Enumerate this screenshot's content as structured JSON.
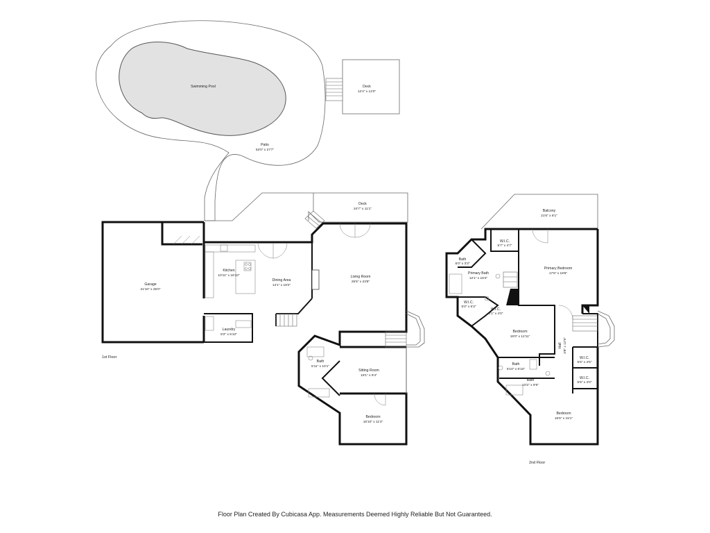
{
  "outdoor": {
    "pool": {
      "name": "Swimming Pool"
    },
    "patio": {
      "name": "Patio",
      "dim": "53'0\" x 27'7\""
    },
    "upper_deck": {
      "name": "Deck",
      "dim": "12'4\" x 12'0\""
    },
    "rear_deck": {
      "name": "Deck",
      "dim": "24'7\" x 11'1\""
    }
  },
  "first_floor": {
    "label": "1st Floor",
    "garage": {
      "name": "Garage",
      "dim": "21'10\" x 26'0\""
    },
    "kitchen": {
      "name": "Kitchen",
      "dim": "10'11\" x 16'10\""
    },
    "dining": {
      "name": "Dining Area",
      "dim": "14'1\" x 18'2\""
    },
    "living": {
      "name": "Living Room",
      "dim": "25'5\" x 23'8\""
    },
    "laundry": {
      "name": "Laundry",
      "dim": "8'2\" x 5'10\""
    },
    "bath": {
      "name": "Bath",
      "dim": "5'11\" x 10'1\""
    },
    "sitting": {
      "name": "Sitting Room",
      "dim": "19'1\" x 9'4\""
    },
    "bedroom": {
      "name": "Bedroom",
      "dim": "16'10\" x 11'3\""
    }
  },
  "second_floor": {
    "label": "2nd Floor",
    "balcony": {
      "name": "Balcony",
      "dim": "21'6\" x 8'1\""
    },
    "wic_top": {
      "name": "W.I.C.",
      "dim": "5'7\" x 4'7\""
    },
    "bath_small": {
      "name": "Bath",
      "dim": "5'0\" x 3'3\""
    },
    "primary_bath": {
      "name": "Primary Bath",
      "dim": "12'1\" x 16'4\""
    },
    "primary_bedroom": {
      "name": "Primary Bedroom",
      "dim": "17'6\" x 18'6\""
    },
    "wic_left": {
      "name": "W.I.C.",
      "dim": "5'0\" x 6'3\""
    },
    "wic_mid": {
      "name": "W.I.C.",
      "dim": "4'1\" x 4'0\""
    },
    "bedroom_mid": {
      "name": "Bedroom",
      "dim": "19'0\" x 12'11\""
    },
    "hall": {
      "name": "Hall",
      "dim": "3'8\" x 12'9\""
    },
    "wic_r1": {
      "name": "W.I.C.",
      "dim": "5'6\" x 4'5\""
    },
    "wic_r2": {
      "name": "W.I.C.",
      "dim": "5'6\" x 4'0\""
    },
    "bath_a": {
      "name": "Bath",
      "dim": "5'10\" x 6'10\""
    },
    "bath_b": {
      "name": "Bath",
      "dim": "10'2\" x 9'9\""
    },
    "bedroom_low": {
      "name": "Bedroom",
      "dim": "16'5\" x 15'1\""
    }
  },
  "footer": "Floor Plan Created By Cubicasa App. Measurements Deemed Highly Reliable But Not Guaranteed."
}
